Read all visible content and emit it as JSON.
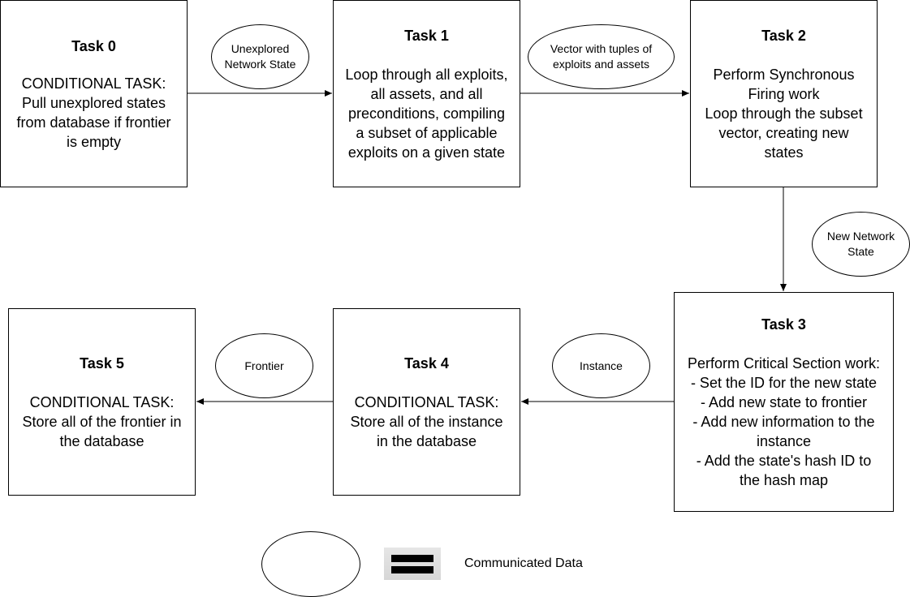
{
  "tasks": {
    "t0": {
      "title": "Task 0",
      "body": "CONDITIONAL TASK:\nPull unexplored states\nfrom database if frontier\nis empty"
    },
    "t1": {
      "title": "Task 1",
      "body": "Loop through all exploits,\nall assets, and all\npreconditions, compiling\na subset of applicable\nexploits on a given state"
    },
    "t2": {
      "title": "Task 2",
      "body": "Perform Synchronous\nFiring work\nLoop through the subset\nvector, creating new\nstates"
    },
    "t3": {
      "title": "Task 3",
      "body": "Perform Critical Section work:\n- Set the ID for the new state\n- Add new state to frontier\n- Add new information to the\ninstance\n- Add the state's hash ID to\nthe hash map"
    },
    "t4": {
      "title": "Task 4",
      "body": "CONDITIONAL TASK:\nStore all of the instance\nin the database"
    },
    "t5": {
      "title": "Task 5",
      "body": "CONDITIONAL TASK:\nStore all of the frontier in\nthe database"
    }
  },
  "edges": {
    "e01": "Unexplored\nNetwork State",
    "e12": "Vector with tuples of\nexploits and assets",
    "e23": "New Network\nState",
    "e34": "Instance",
    "e45": "Frontier"
  },
  "legend": {
    "label": "Communicated Data",
    "icon": "equals-icon"
  }
}
